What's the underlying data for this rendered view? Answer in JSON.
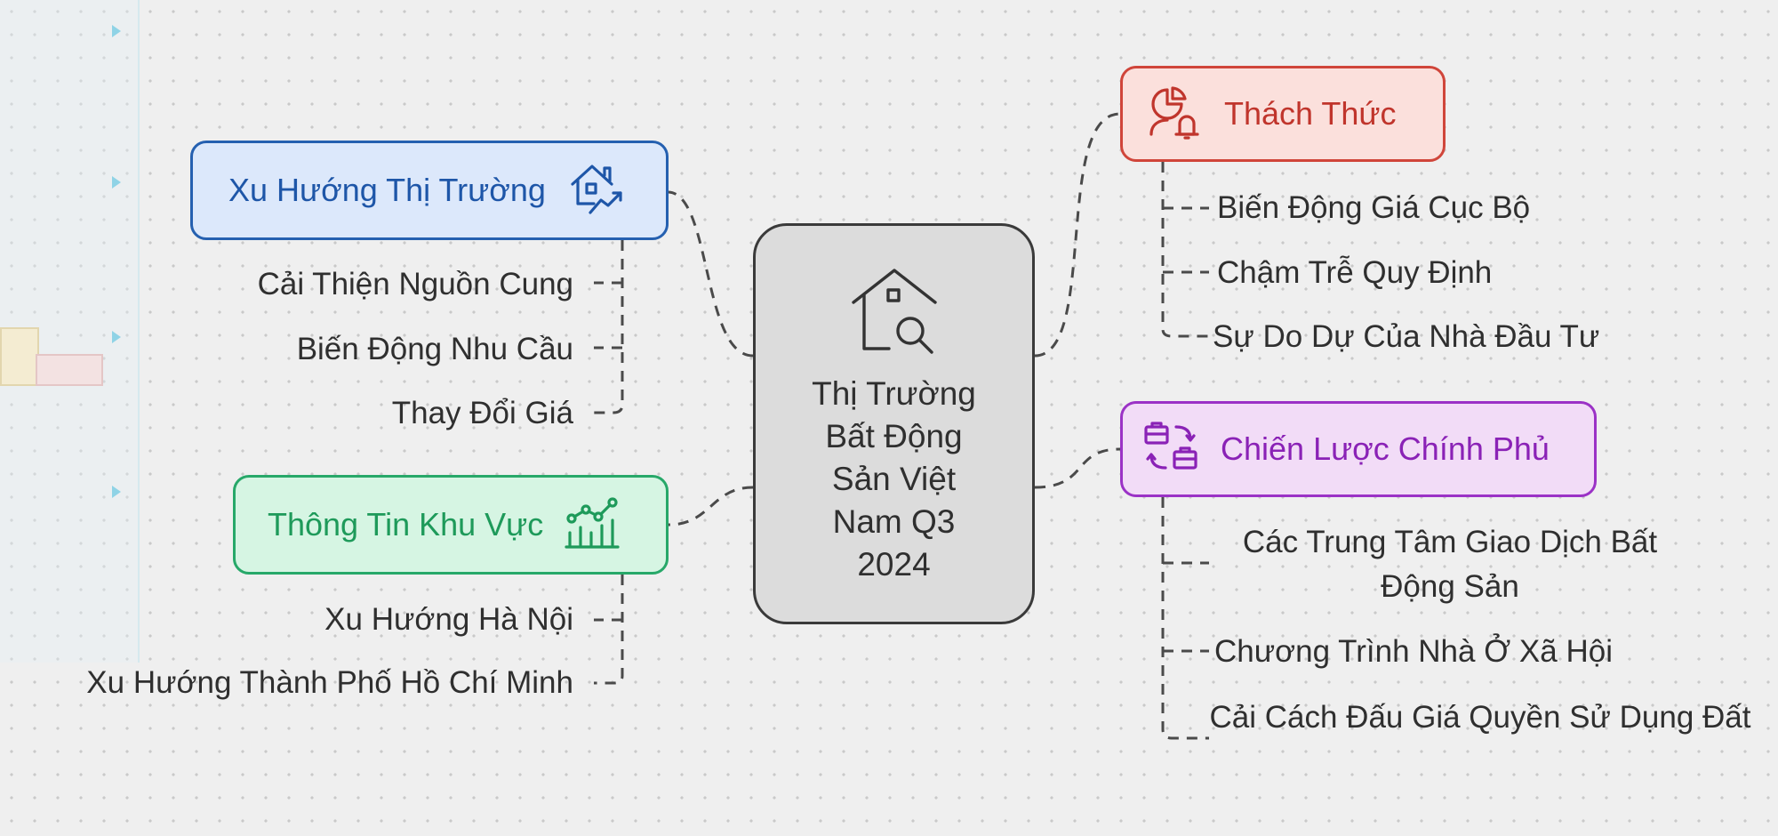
{
  "center": {
    "title": "Thị Trường Bất Động Sản Việt Nam Q3 2024",
    "icon": "house-search-icon"
  },
  "branches": {
    "market_trends": {
      "label": "Xu Hướng Thị Trường",
      "icon": "house-trend-icon",
      "color": "#2560b0",
      "children": [
        "Cải Thiện Nguồn Cung",
        "Biến Động Nhu Cầu",
        "Thay Đổi Giá"
      ]
    },
    "regional_info": {
      "label": "Thông Tin Khu Vực",
      "icon": "chart-growth-icon",
      "color": "#27a869",
      "children": [
        "Xu Hướng Hà Nội",
        "Xu Hướng Thành Phố Hồ Chí Minh"
      ]
    },
    "challenges": {
      "label": "Thách Thức",
      "icon": "chart-alert-icon",
      "color": "#d0453a",
      "children": [
        "Biến Động Giá Cục Bộ",
        "Chậm Trễ Quy Định",
        "Sự Do Dự Của Nhà Đầu Tư"
      ]
    },
    "government_strategy": {
      "label": "Chiến Lược Chính Phủ",
      "icon": "briefcase-exchange-icon",
      "color": "#9b32c6",
      "children": [
        "Các Trung Tâm Giao Dịch Bất Động Sản",
        "Chương Trình Nhà Ở Xã Hội",
        "Cải Cách Đấu Giá Quyền Sử Dụng Đất"
      ]
    }
  }
}
